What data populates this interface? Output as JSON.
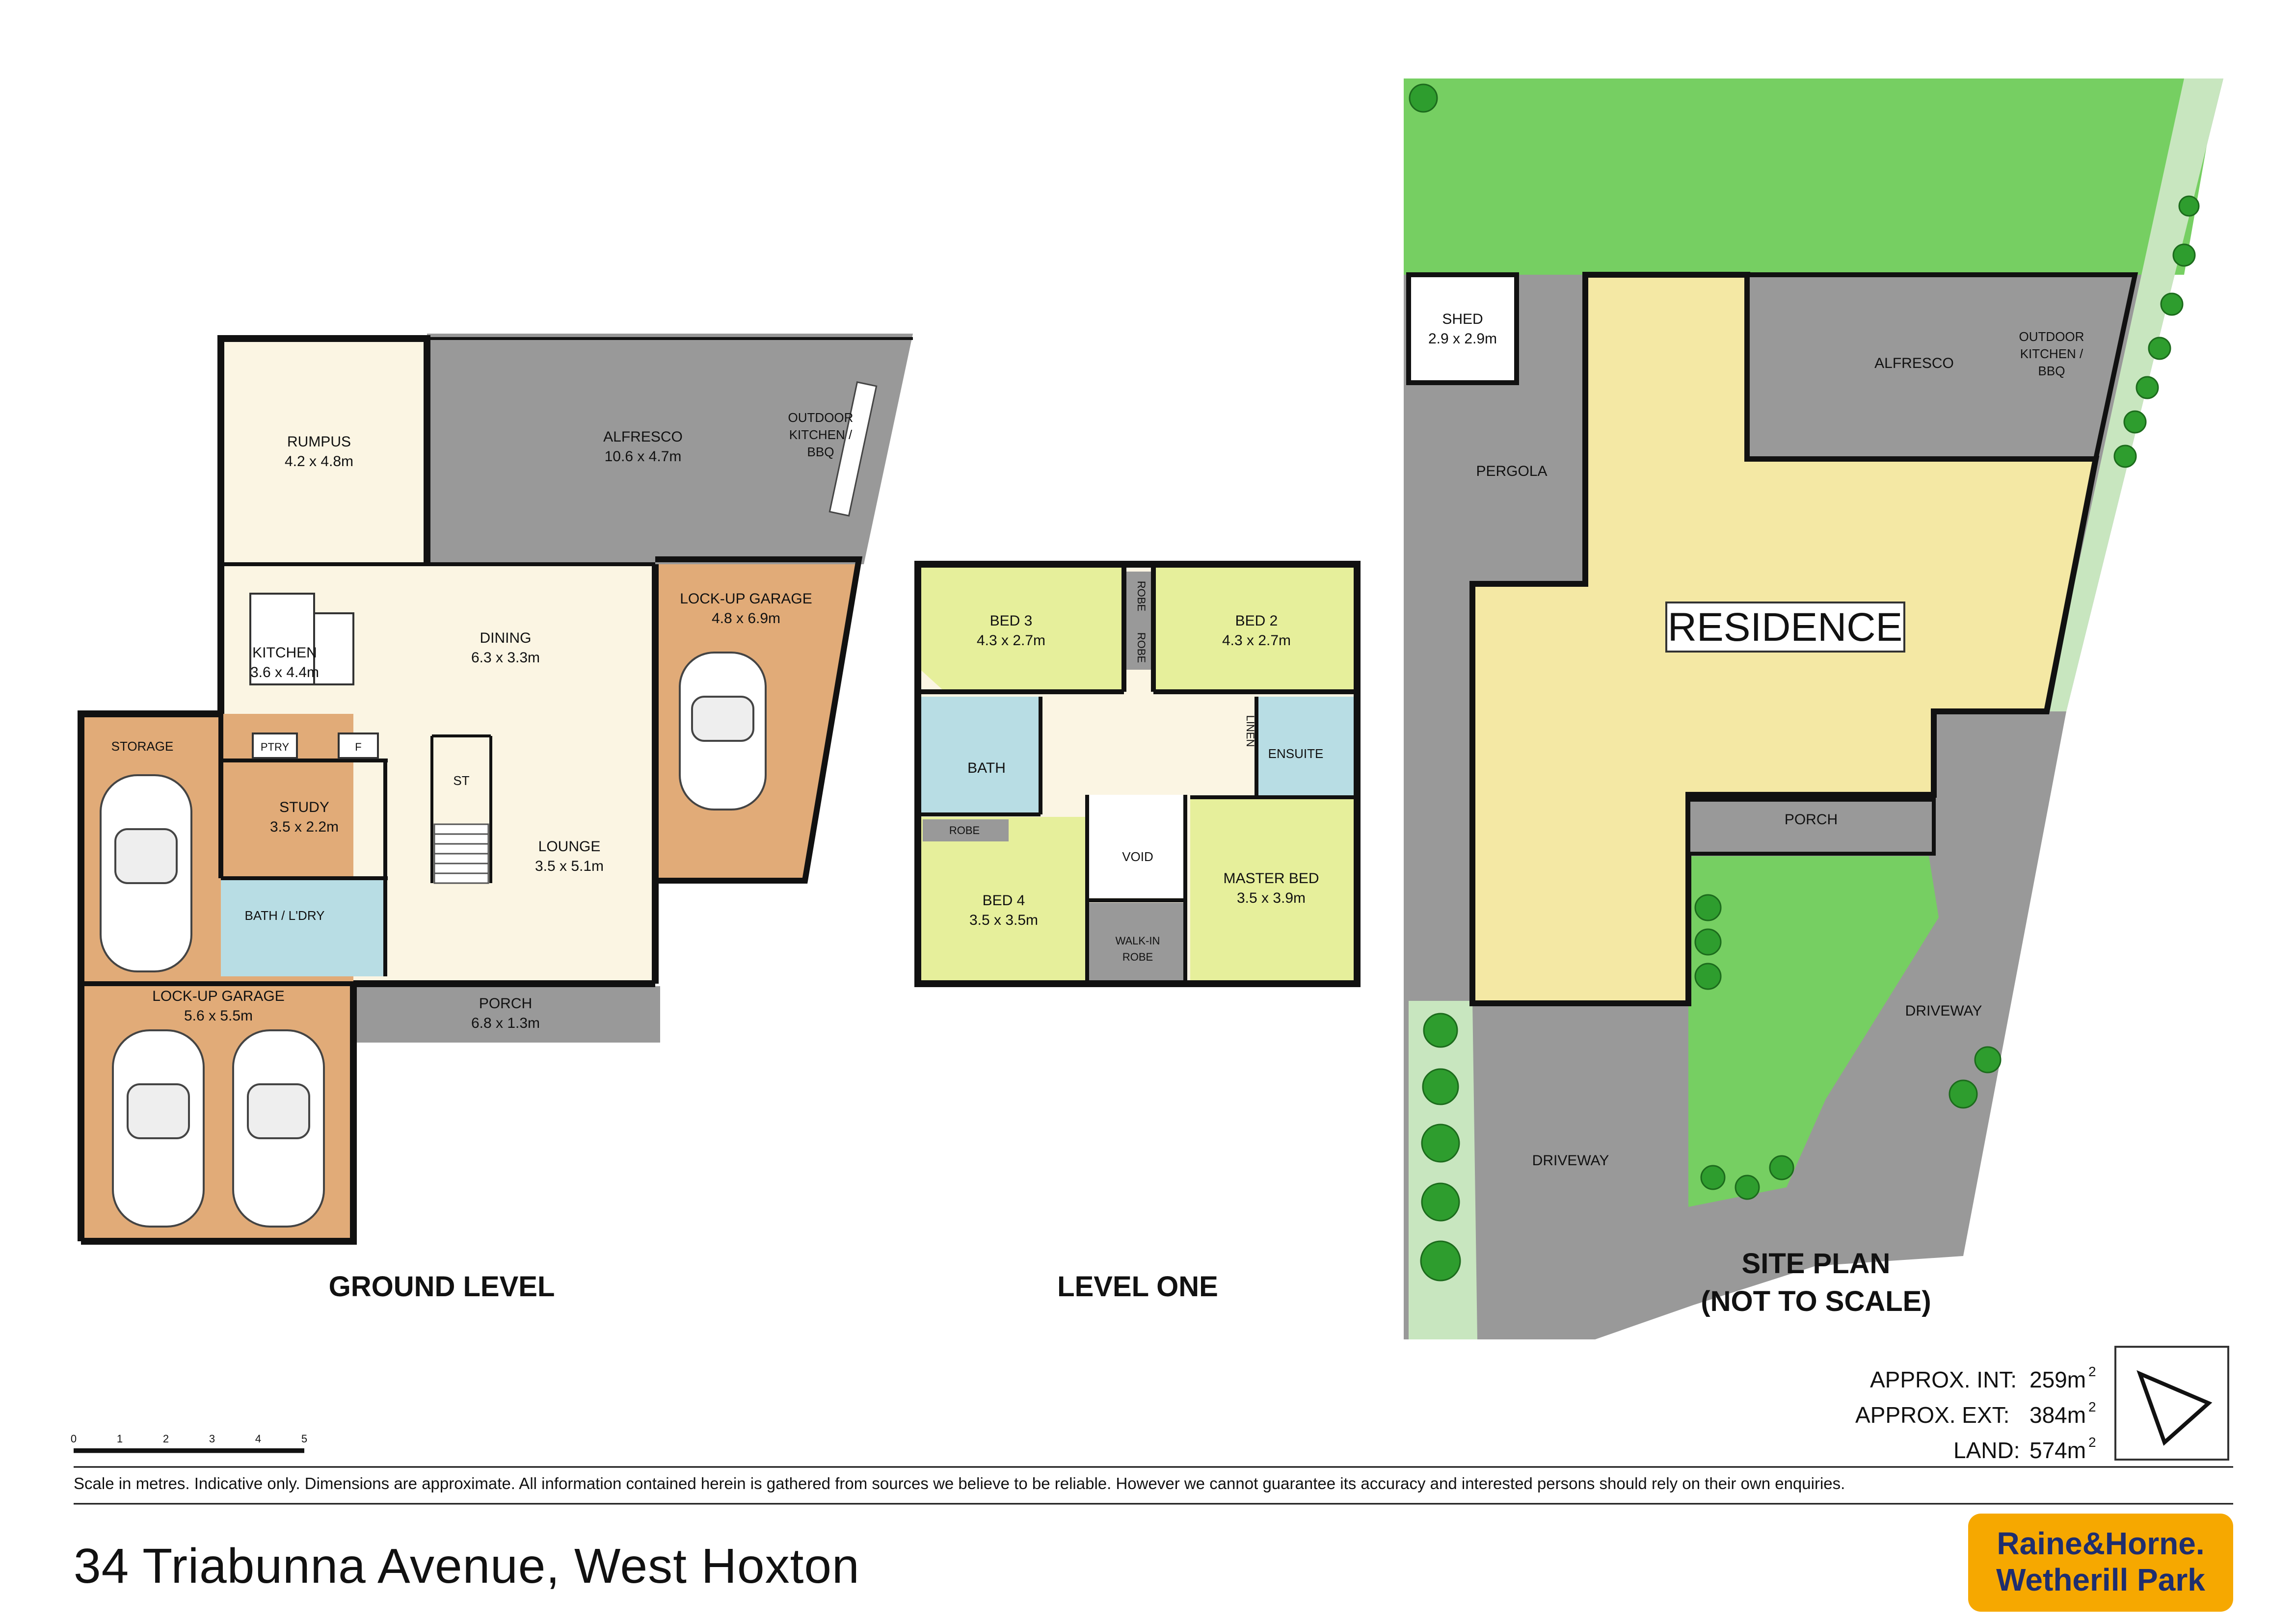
{
  "ground": {
    "caption": "GROUND LEVEL",
    "rooms": {
      "rumpus": {
        "name": "RUMPUS",
        "dim": "4.2 x 4.8m"
      },
      "alfresco": {
        "name": "ALFRESCO",
        "dim": "10.6 x 4.7m"
      },
      "outdoor_kitchen": [
        "OUTDOOR",
        "KITCHEN /",
        "BBQ"
      ],
      "dining": {
        "name": "DINING",
        "dim": "6.3 x 3.3m"
      },
      "kitchen": {
        "name": "KITCHEN",
        "dim": "3.6 x 4.4m"
      },
      "garage_right": {
        "name": "LOCK-UP GARAGE",
        "dim": "4.8 x 6.9m"
      },
      "storage": "STORAGE",
      "ptry": "PTRY",
      "fridge": "F",
      "study": {
        "name": "STUDY",
        "dim": "3.5 x 2.2m"
      },
      "st": "ST",
      "lounge": {
        "name": "LOUNGE",
        "dim": "3.5 x 5.1m"
      },
      "bath_ldry": "BATH / L'DRY",
      "garage_left": {
        "name": "LOCK-UP GARAGE",
        "dim": "5.6 x 5.5m"
      },
      "porch": {
        "name": "PORCH",
        "dim": "6.8 x 1.3m"
      }
    }
  },
  "level_one": {
    "caption": "LEVEL ONE",
    "rooms": {
      "bed3": {
        "name": "BED 3",
        "dim": "4.3 x 2.7m"
      },
      "bed2": {
        "name": "BED 2",
        "dim": "4.3 x 2.7m"
      },
      "robe": "ROBE",
      "bath": "BATH",
      "linen": "LINEN",
      "ensuite": "ENSUITE",
      "bed4": {
        "name": "BED 4",
        "dim": "3.5 x 3.5m"
      },
      "void": "VOID",
      "walk_in": [
        "WALK-IN",
        "ROBE"
      ],
      "master": {
        "name": "MASTER BED",
        "dim": "3.5 x 3.9m"
      }
    }
  },
  "site": {
    "caption_line1": "SITE PLAN",
    "caption_line2": "(NOT TO SCALE)",
    "shed": {
      "name": "SHED",
      "dim": "2.9 x 2.9m"
    },
    "alfresco": "ALFRESCO",
    "outdoor_kitchen": [
      "OUTDOOR",
      "KITCHEN /",
      "BBQ"
    ],
    "pergola": "PERGOLA",
    "residence": "RESIDENCE",
    "porch": "PORCH",
    "driveway_left": "DRIVEWAY",
    "driveway_right": "DRIVEWAY"
  },
  "areas": {
    "int_label": "APPROX. INT:",
    "int_value": "259m",
    "int_sup": "2",
    "ext_label": "APPROX. EXT:",
    "ext_value": "384m",
    "ext_sup": "2",
    "land_label": "LAND:",
    "land_value": "574m",
    "land_sup": "2"
  },
  "scale": {
    "ticks": [
      "0",
      "1",
      "2",
      "3",
      "4",
      "5"
    ]
  },
  "disclaimer": "Scale in metres. Indicative only. Dimensions are approximate. All information contained herein is gathered from sources we believe to be reliable. However we cannot guarantee its accuracy and interested persons should rely on their own enquiries.",
  "address": "34 Triabunna Avenue, West Hoxton",
  "logo": {
    "line1": "Raine&Horne.",
    "line2": "Wetherill Park"
  },
  "colors": {
    "cream": "#fbf5e3",
    "garage": "#e1ab78",
    "grey": "#999999",
    "bedroom": "#e6ef9b",
    "wet": "#b8dde4",
    "lawn": "#76cf62",
    "residence": "#f4e8a4",
    "logo": "#f6a800",
    "logo_text": "#1f2e6e"
  }
}
